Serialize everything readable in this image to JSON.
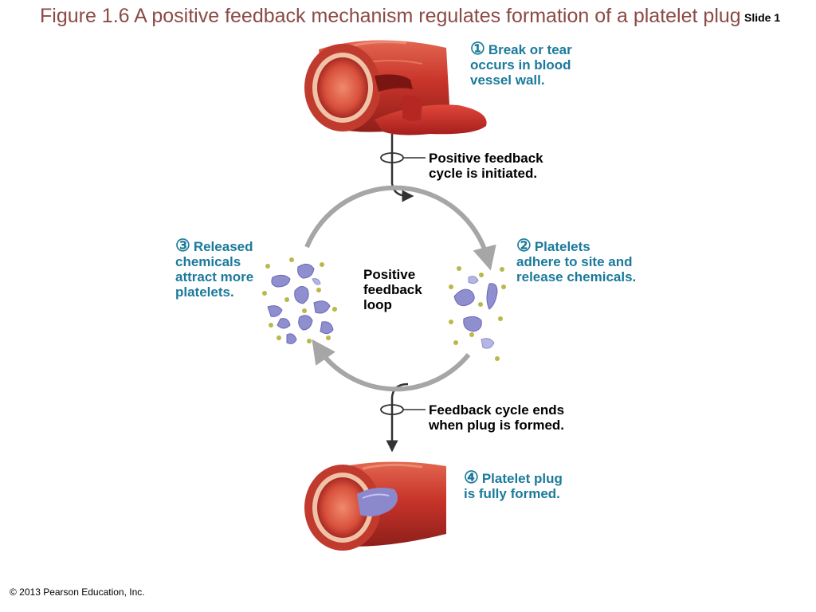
{
  "slide": {
    "title": "Figure 1.6  A positive feedback mechanism regulates formation of a platelet plug",
    "slide_label": "Slide 1",
    "copyright": "© 2013 Pearson Education, Inc."
  },
  "colors": {
    "title": "#8b4a45",
    "step_text": "#1b7a9c",
    "arrow": "#a6a6a6",
    "vessel": "#c8342a",
    "platelet": "#8f8fd0",
    "chemical": "#b9b84a"
  },
  "steps": [
    {
      "num": "①",
      "lines": [
        "Break or tear",
        "occurs in blood",
        "vessel wall."
      ]
    },
    {
      "num": "②",
      "lines": [
        "Platelets",
        "adhere to site and",
        "release chemicals."
      ]
    },
    {
      "num": "③",
      "lines": [
        "Released",
        "chemicals",
        "attract more",
        "platelets."
      ]
    },
    {
      "num": "④",
      "lines": [
        "Platelet plug",
        "is fully formed."
      ]
    }
  ],
  "notes": {
    "initiated": [
      "Positive feedback",
      "cycle is initiated."
    ],
    "loop": [
      "Positive",
      "feedback",
      "loop"
    ],
    "ends": [
      "Feedback cycle ends",
      "when plug is formed."
    ]
  },
  "icons": {
    "vessel_torn": "torn-blood-vessel-icon",
    "vessel_plugged": "plugged-blood-vessel-icon",
    "platelets_adhering": "platelet-cluster-icon",
    "platelets_attracted": "platelet-cluster-icon"
  }
}
